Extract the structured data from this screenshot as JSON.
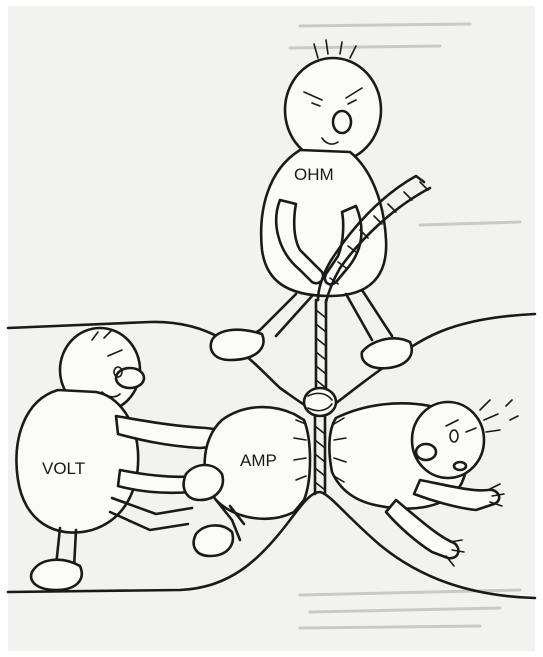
{
  "figure": {
    "labels": {
      "ohm": "OHM",
      "volt": "VOLT",
      "amp": "AMP"
    },
    "icons": [
      "ohm-character-icon",
      "volt-character-icon",
      "amp-character-icon",
      "rope-icon",
      "wire-conductor-icon"
    ],
    "colors": {
      "ink": "#1a1a1a",
      "paper": "#f2f2f0",
      "background": "#ffffff"
    }
  }
}
